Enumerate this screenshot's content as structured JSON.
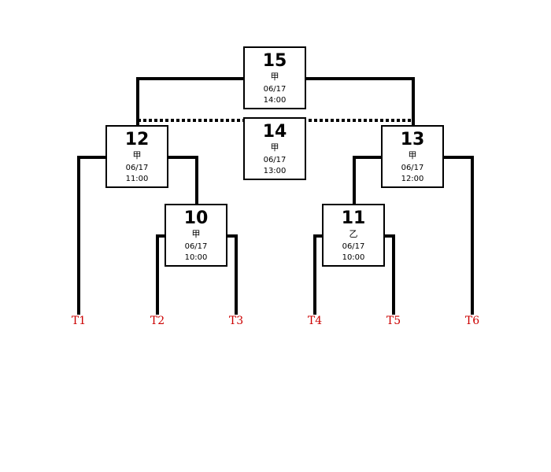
{
  "colors": {
    "line": "#000000",
    "team_label": "#cc0000",
    "background": "#ffffff"
  },
  "matches": [
    {
      "id": "m15",
      "number": "15",
      "court": "甲",
      "date": "06/17",
      "time": "14:00"
    },
    {
      "id": "m14",
      "number": "14",
      "court": "甲",
      "date": "06/17",
      "time": "13:00"
    },
    {
      "id": "m12",
      "number": "12",
      "court": "甲",
      "date": "06/17",
      "time": "11:00"
    },
    {
      "id": "m13",
      "number": "13",
      "court": "甲",
      "date": "06/17",
      "time": "12:00"
    },
    {
      "id": "m10",
      "number": "10",
      "court": "甲",
      "date": "06/17",
      "time": "10:00"
    },
    {
      "id": "m11",
      "number": "11",
      "court": "乙",
      "date": "06/17",
      "time": "10:00"
    }
  ],
  "teams": [
    "T1",
    "T2",
    "T3",
    "T4",
    "T5",
    "T6"
  ]
}
